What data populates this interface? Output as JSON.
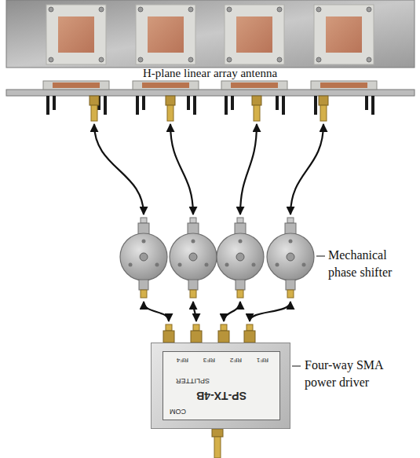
{
  "diagram": {
    "nodes": [
      {
        "text": [
          "COM",
          "SP-TX-4B",
          "SPLITTER",
          "RF1",
          "RF2",
          "RF3",
          "RF4"
        ]
      }
    ],
    "labels": [
      "H-plane linear array antenna",
      "Mechanical phase shifter",
      "Four-way SMA power driver"
    ]
  }
}
